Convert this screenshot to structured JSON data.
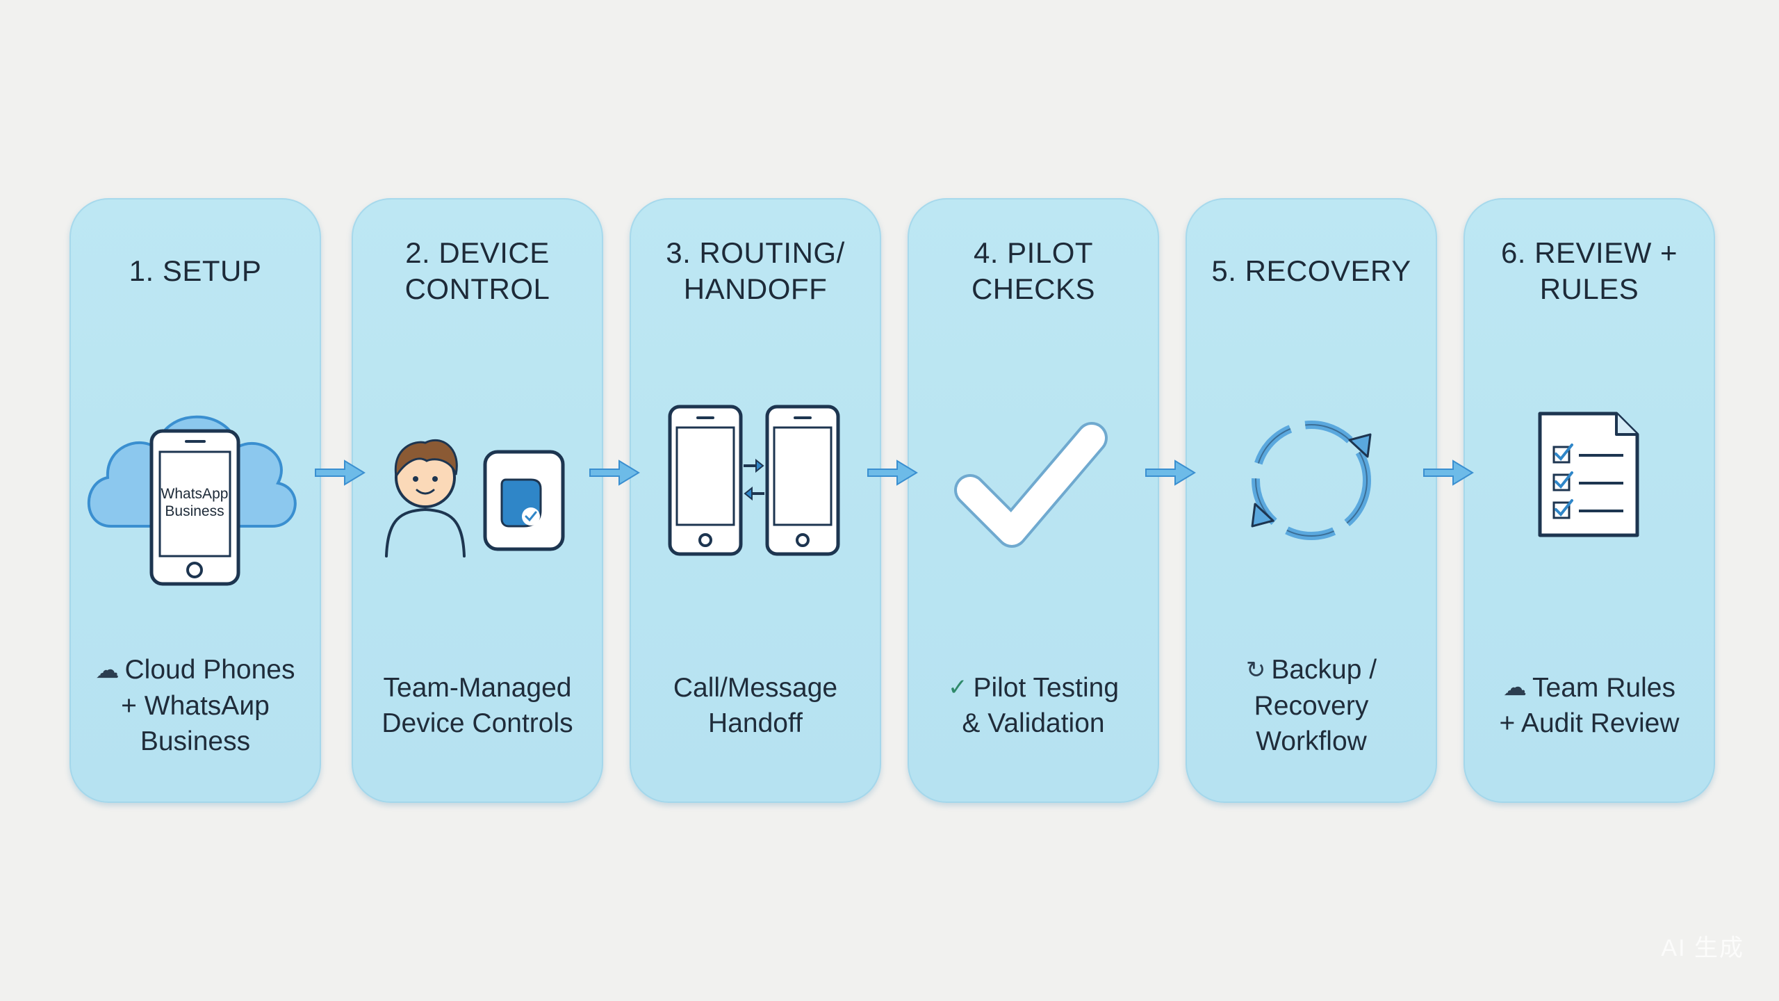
{
  "steps": [
    {
      "title": "1. SETUP",
      "icon": "cloud-phone-icon",
      "phone_label": "WhatsApp\nBusiness",
      "caption_icon": "cloud-icon",
      "caption": "Cloud Phones\n+ WhatsAиp\nBusiness"
    },
    {
      "title": "2. DEVICE\nCONTROL",
      "icon": "person-device-icon",
      "caption_icon": "",
      "caption": "Team-Managed\nDevice Controls"
    },
    {
      "title": "3. ROUTING/\nHANDOFF",
      "icon": "phone-handoff-icon",
      "caption_icon": "",
      "caption": "Call/Message\nHandoff"
    },
    {
      "title": "4. PILOT\nCHECKS",
      "icon": "checkmark-icon",
      "caption_icon": "check-icon",
      "caption": "Pilot Testing\n& Validation"
    },
    {
      "title": "5. RECOVERY",
      "icon": "recovery-cycle-icon",
      "caption_icon": "refresh-icon",
      "caption": "Backup /\nRecovery\nWorkflow"
    },
    {
      "title": "6. REVIEW +\nRULES",
      "icon": "checklist-document-icon",
      "caption_icon": "cloud-icon",
      "caption": "Team Rules\n+ Audit Review"
    }
  ],
  "watermark": "AI 生成",
  "colors": {
    "card_fill": "#b9e4f2",
    "card_edge": "#96cde6",
    "accent": "#3a95d0",
    "icon_stroke": "#1d3550",
    "arrow": "#4ea6dc",
    "background": "#f1f1ef"
  }
}
